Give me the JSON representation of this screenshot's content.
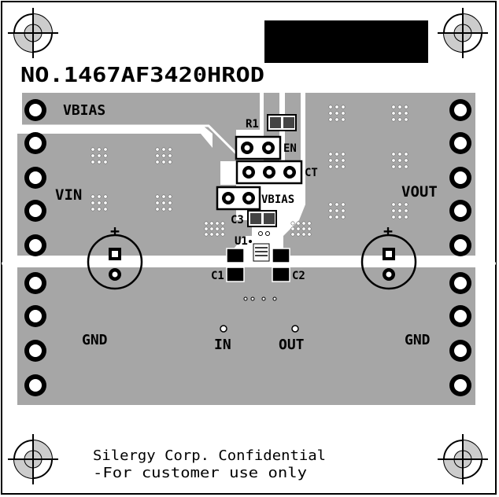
{
  "board": {
    "part_number": "NO.1467AF3420HROD",
    "confidential_line1": "Silergy Corp. Confidential",
    "confidential_line2": "-For customer use only",
    "colors": {
      "outline": "#000000",
      "copper": "#a6a6a6",
      "board": "#ffffff",
      "pad": "#000000",
      "redacted_block": "#000000"
    }
  },
  "nets": {
    "vbias": "VBIAS",
    "vin": "VIN",
    "vout": "VOUT",
    "gnd_left": "GND",
    "gnd_right": "GND",
    "in": "IN",
    "out": "OUT"
  },
  "components": {
    "r1": "R1",
    "en": "EN",
    "ct": "CT",
    "vbias": "VBIAS",
    "c3": "C3",
    "u1": "U1",
    "c1": "C1",
    "c2": "C2"
  },
  "polarity": {
    "left_plus": "+",
    "right_plus": "+"
  },
  "icons": {
    "registration_mark": "crosshair-target-icon",
    "header_pin": "header-pin-icon",
    "mounting_hole": "mounting-hole-icon"
  }
}
